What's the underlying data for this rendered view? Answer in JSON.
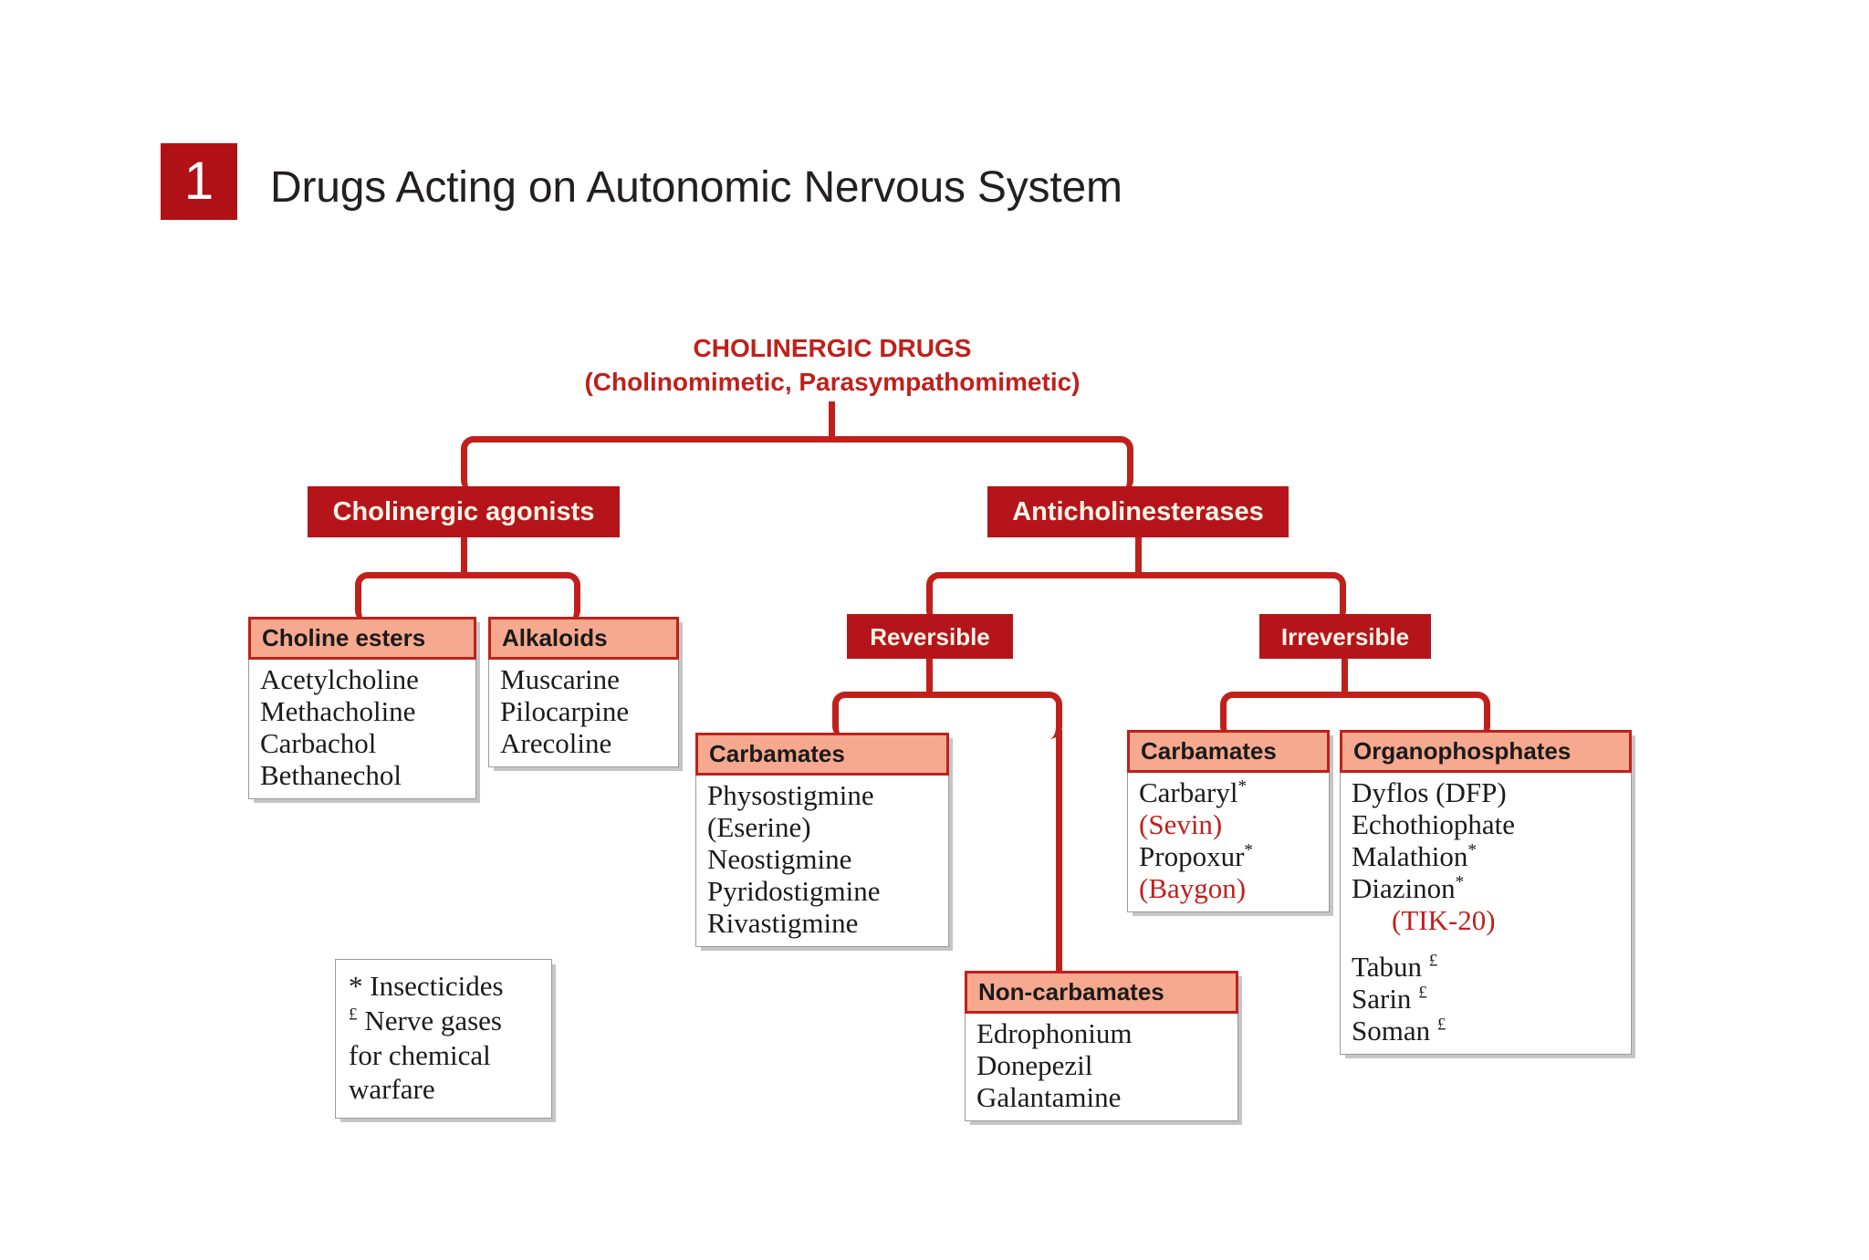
{
  "header": {
    "chapter_number": "1",
    "title": "Drugs Acting on Autonomic Nervous System",
    "badge_color": "#B01117"
  },
  "diagram": {
    "type": "flowchart",
    "accent_color": "#C0201B",
    "node_header_color": "#B5151A",
    "card_header_color": "#F6A98E",
    "root": {
      "title_line1": "CHOLINERGIC DRUGS",
      "title_line2": "(Cholinomimetic, Parasympathomimetic)"
    },
    "level2": {
      "cholinergic_agonists": "Cholinergic agonists",
      "anticholinesterases": "Anticholinesterases"
    },
    "level3": {
      "reversible": "Reversible",
      "irreversible": "Irreversible"
    },
    "cards": {
      "choline_esters": {
        "header": "Choline esters",
        "items": [
          "Acetylcholine",
          "Methacholine",
          "Carbachol",
          "Bethanechol"
        ]
      },
      "alkaloids": {
        "header": "Alkaloids",
        "items": [
          "Muscarine",
          "Pilocarpine",
          "Arecoline"
        ]
      },
      "reversible_carbamates": {
        "header": "Carbamates",
        "items": [
          "Physostigmine",
          "(Eserine)",
          "Neostigmine",
          "Pyridostigmine",
          "Rivastigmine"
        ]
      },
      "non_carbamates": {
        "header": "Non-carbamates",
        "items": [
          "Edrophonium",
          "Donepezil",
          "Galantamine"
        ]
      },
      "irreversible_carbamates": {
        "header": "Carbamates",
        "item1": "Carbaryl",
        "item1_mark": "*",
        "item2": "(Sevin)",
        "item3": "Propoxur",
        "item3_mark": "*",
        "item4": "(Baygon)"
      },
      "organophosphates": {
        "header": "Organophosphates",
        "item1": "Dyflos (DFP)",
        "item2": "Echothiophate",
        "item3": "Malathion",
        "item3_mark": "*",
        "item4": "Diazinon",
        "item4_mark": "*",
        "item5": "(TIK-20)",
        "item6": "Tabun",
        "item6_mark": "£",
        "item7": "Sarin",
        "item7_mark": "£",
        "item8": "Soman",
        "item8_mark": "£"
      }
    },
    "legend": {
      "line1_mark": "*",
      "line1": " Insecticides",
      "line2_mark": "£",
      "line2": " Nerve gases",
      "line3": "for chemical",
      "line4": "warfare"
    }
  }
}
